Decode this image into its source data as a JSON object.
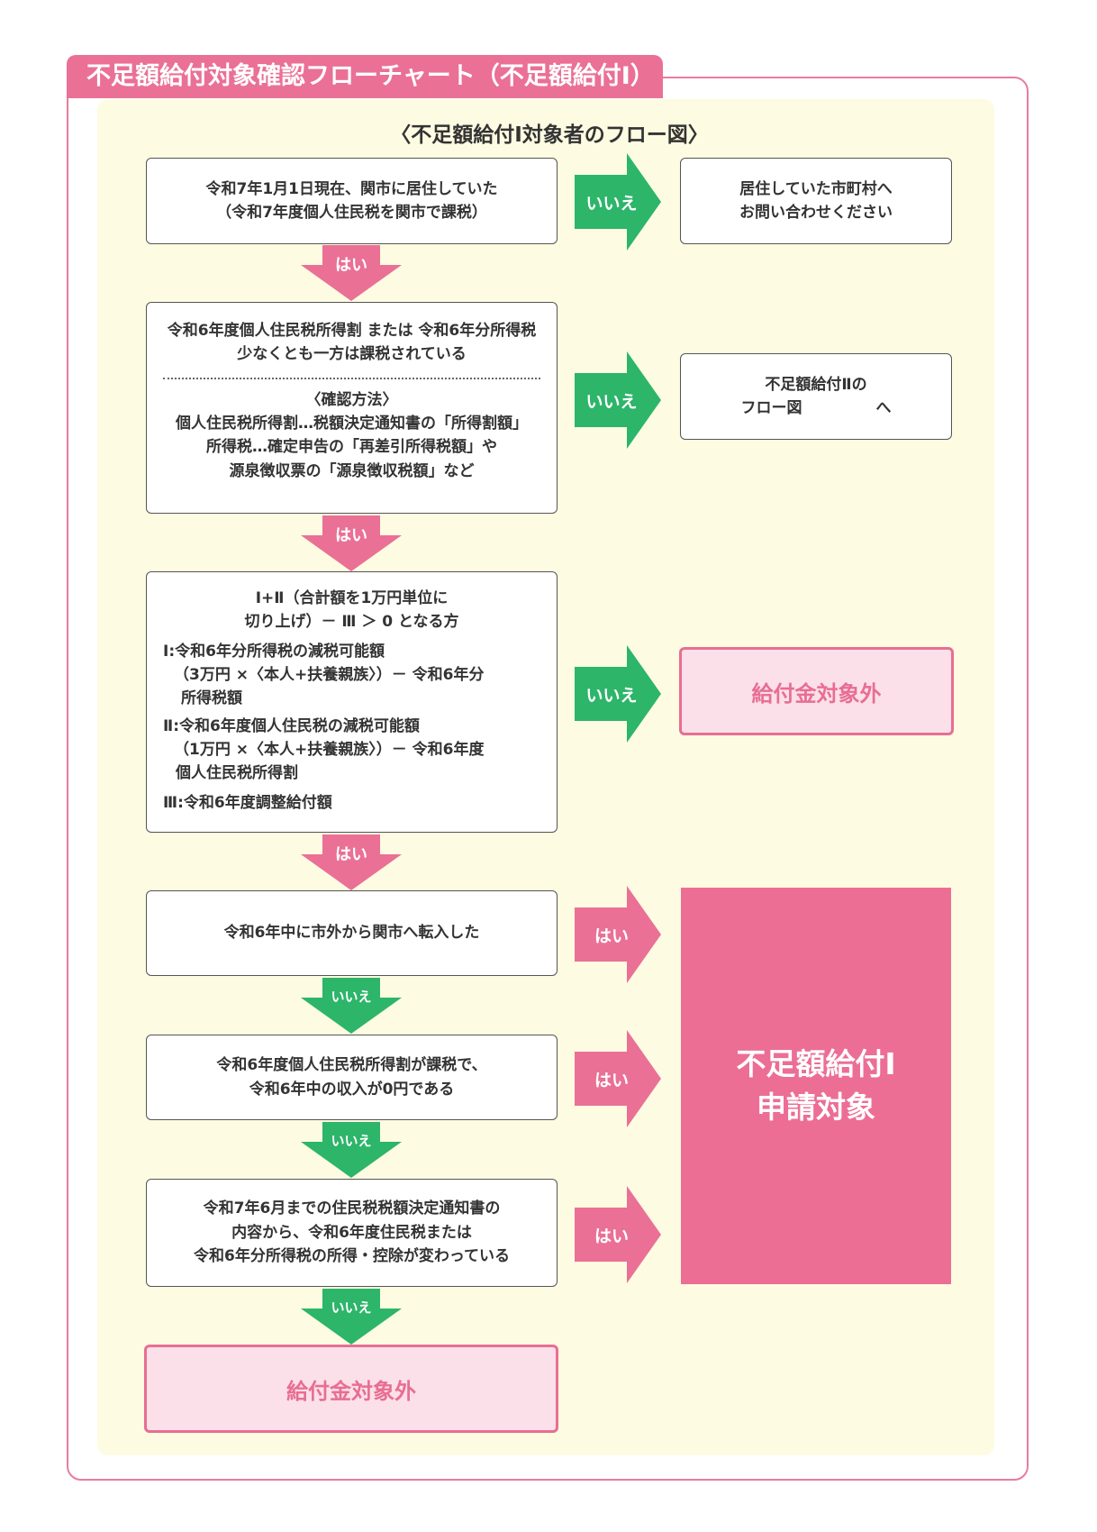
{
  "header": {
    "title": "不足額給付対象確認フローチャート（不足額給付Ⅰ）",
    "subtitle": "〈不足額給付Ⅰ対象者のフロー図〉"
  },
  "steps": [
    {
      "lines": [
        "令和7年1月1日現在、関市に居住していた",
        "（令和7年度個人住民税を関市で課税）"
      ]
    },
    {
      "lines": [
        "令和6年度個人住民税所得割 または 令和6年分所得税",
        "少なくとも一方は課税されている"
      ],
      "method_title": "〈確認方法〉",
      "method_lines": [
        "個人住民税所得割…税額決定通知書の「所得割額」",
        "所得税…確定申告の「再差引所得税額」や",
        "源泉徴収票の「源泉徴収税額」など"
      ]
    },
    {
      "lines": [
        "Ⅰ+Ⅱ（合計額を1万円単位に",
        "切り上げ）－ Ⅲ ＞ 0 となる方"
      ],
      "defs": [
        "Ⅰ:令和6年分所得税の減税可能額",
        "（3万円 ×〈本人+扶養親族〉）－ 令和6年分",
        "所得税額",
        "Ⅱ:令和6年度個人住民税の減税可能額",
        "（1万円 ×〈本人+扶養親族〉）－ 令和6年度",
        "個人住民税所得割",
        "Ⅲ:令和6年度調整給付額"
      ]
    },
    {
      "lines": [
        "令和6年中に市外から関市へ転入した"
      ]
    },
    {
      "lines": [
        "令和6年度個人住民税所得割が課税で、",
        "令和6年中の収入が0円である"
      ]
    },
    {
      "lines": [
        "令和7年6月までの住民税税額決定通知書の",
        "内容から、令和6年度住民税または",
        "令和6年分所得税の所得・控除が変わっている"
      ]
    }
  ],
  "results": {
    "inquire": [
      "居住していた市町村へ",
      "お問い合わせください"
    ],
    "flow2": [
      "不足額給付Ⅱの",
      "フロー図",
      "へ"
    ],
    "not_eligible_1": "給付金対象外",
    "not_eligible_2": "給付金対象外",
    "target": [
      "不足額給付Ⅰ",
      "申請対象"
    ]
  },
  "labels": {
    "yes": "はい",
    "no": "いいえ"
  },
  "colors": {
    "pink": "#ea7096",
    "green": "#2db56a",
    "cream": "#fdfbe1"
  }
}
